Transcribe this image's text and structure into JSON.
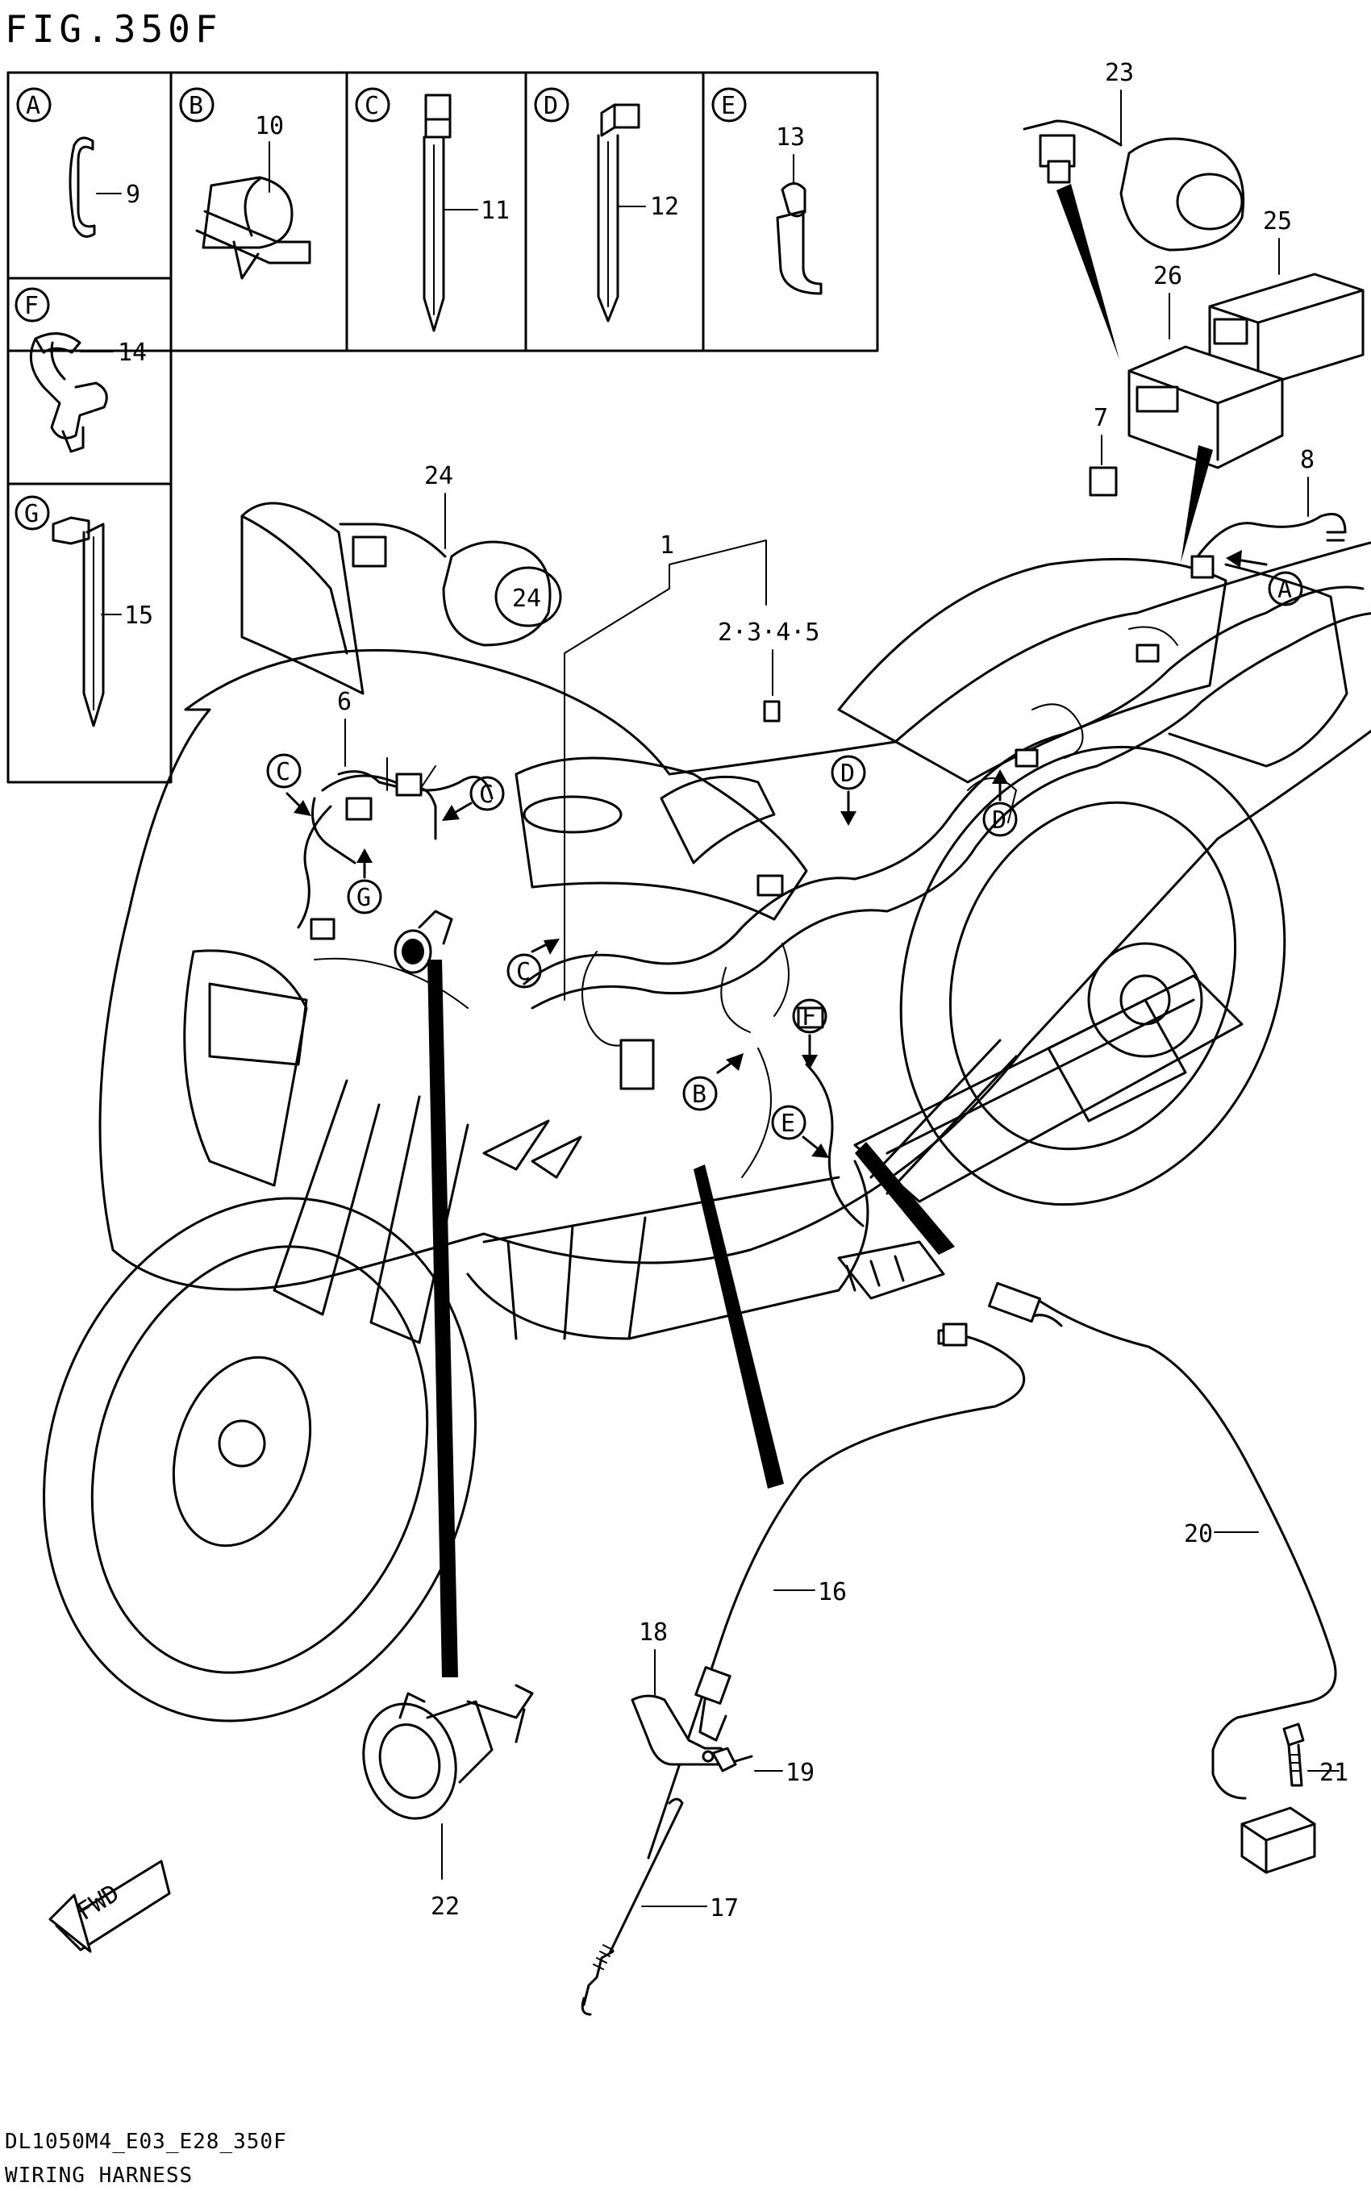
{
  "figure": {
    "title": "FIG.350F",
    "model_code": "DL1050M4_E03_E28_350F",
    "caption": "WIRING HARNESS"
  },
  "inset_boxes": [
    {
      "letter": "A",
      "part": "9"
    },
    {
      "letter": "B",
      "part": "10"
    },
    {
      "letter": "C",
      "part": "11"
    },
    {
      "letter": "D",
      "part": "12"
    },
    {
      "letter": "E",
      "part": "13"
    },
    {
      "letter": "F",
      "part": "14"
    },
    {
      "letter": "G",
      "part": "15"
    }
  ],
  "parts": {
    "p1": "1",
    "p2345": "2·3·4·5",
    "p6": "6",
    "p7": "7",
    "p8": "8",
    "p16": "16",
    "p17": "17",
    "p18": "18",
    "p19": "19",
    "p20": "20",
    "p21": "21",
    "p22": "22",
    "p23": "23",
    "p24": "24",
    "p25": "25",
    "p26": "26"
  },
  "callouts": {
    "a": "A",
    "b": "B",
    "c": "C",
    "d": "D",
    "e": "E",
    "f": "F",
    "g": "G"
  },
  "direction_label": "FWD"
}
